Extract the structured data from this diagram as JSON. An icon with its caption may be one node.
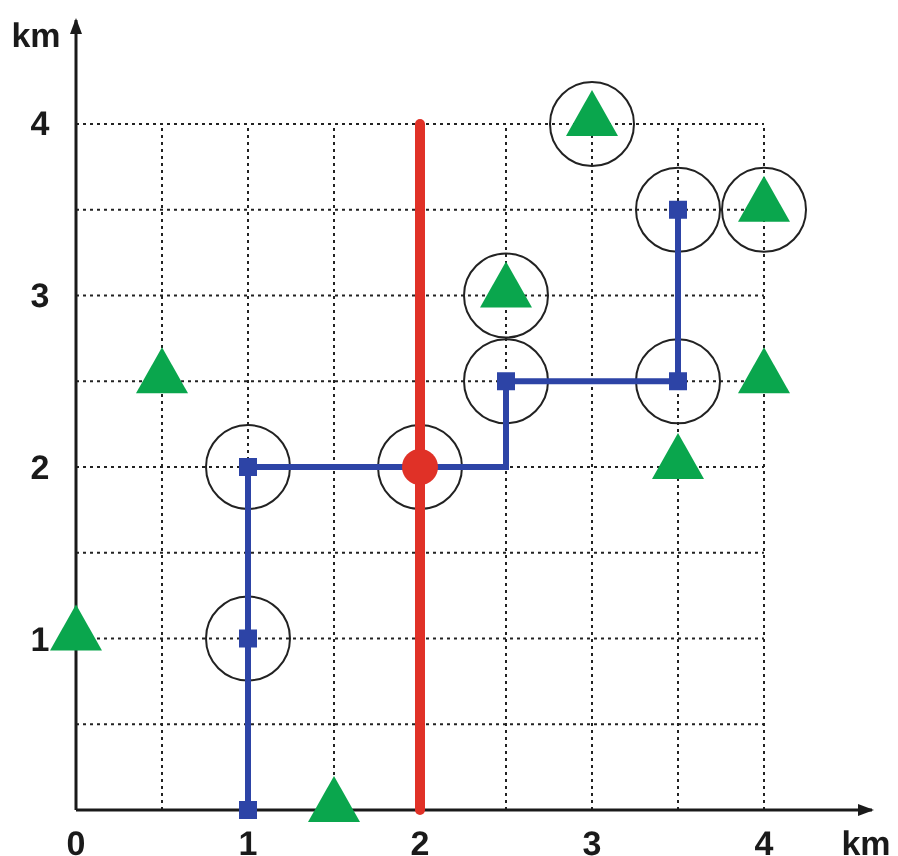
{
  "diagram": {
    "labels": [
      "km",
      "4",
      "3",
      "2",
      "1",
      "0",
      "1",
      "2",
      "3",
      "4",
      "km"
    ]
  }
}
